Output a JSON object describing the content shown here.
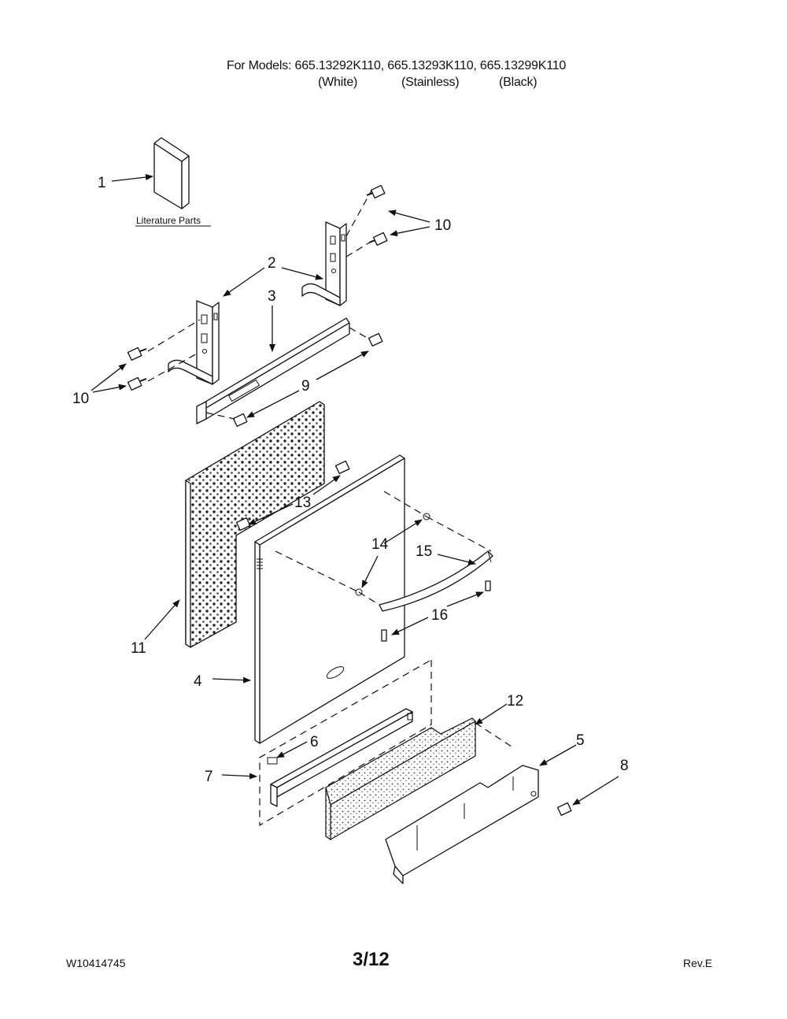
{
  "header": {
    "models_line": "For Models: 665.13292K110, 665.13293K110, 665.13299K110",
    "variants": [
      "(White)",
      "(Stainless)",
      "(Black)"
    ]
  },
  "literature_label": "Literature Parts",
  "callouts": [
    "1",
    "2",
    "3",
    "10",
    "10",
    "9",
    "13",
    "14",
    "15",
    "16",
    "11",
    "4",
    "6",
    "12",
    "5",
    "7",
    "8"
  ],
  "footer": {
    "doc_number": "W10414745",
    "page": "3/12",
    "revision": "Rev.E"
  }
}
